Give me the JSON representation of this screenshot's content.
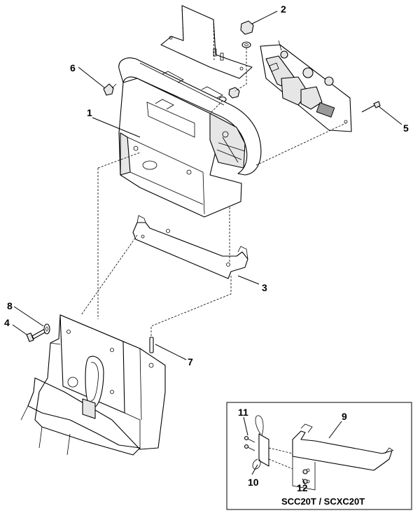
{
  "callouts": {
    "c1": "1",
    "c2": "2",
    "c3": "3",
    "c4": "4",
    "c5": "5",
    "c6": "6",
    "c7": "7",
    "c8": "8",
    "c9": "9",
    "c10": "10",
    "c11": "11",
    "c12": "12"
  },
  "inset": {
    "caption": "SCC20T / SCXC20T"
  }
}
